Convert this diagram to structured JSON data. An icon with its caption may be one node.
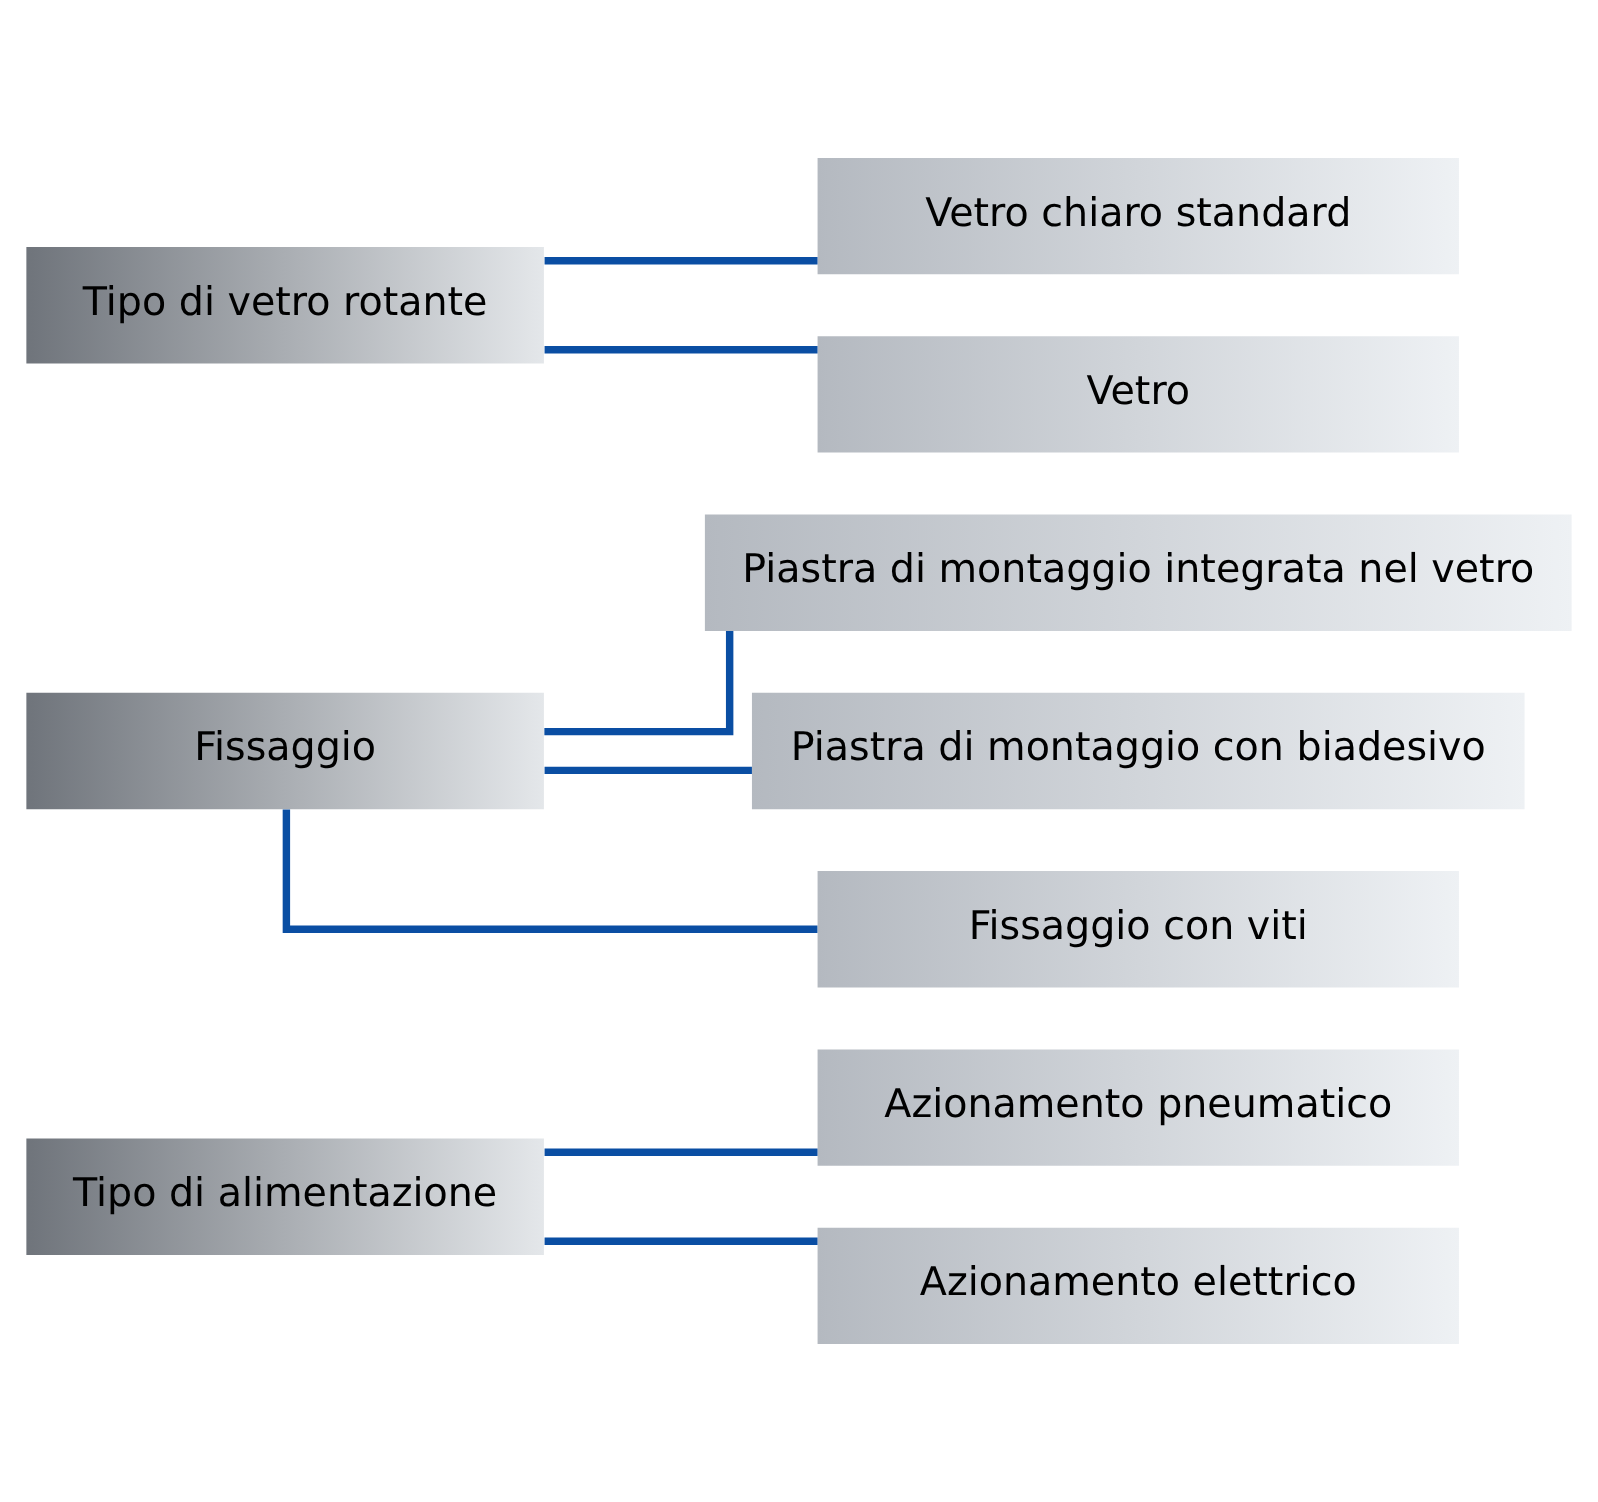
{
  "diagram": {
    "nodes": [
      {
        "text": [
          "Tipo di alimentazione"
        ]
      },
      {
        "text": [
          "Azionamento pneumatico"
        ]
      },
      {
        "text": [
          "Azionamento elettrico"
        ]
      },
      {
        "text": [
          "Fissaggio"
        ]
      },
      {
        "text": [
          "Piastra di montaggio integrata nel vetro"
        ]
      },
      {
        "text": [
          "Piastra di montaggio con biadesivo"
        ]
      },
      {
        "text": [
          "Fissaggio con viti"
        ]
      },
      {
        "text": [
          "Tipo di vetro rotante"
        ]
      },
      {
        "text": [
          "Vetro chiaro standard"
        ]
      },
      {
        "text": [
          "Vetro"
        ]
      }
    ],
    "edges": [
      {
        "from": 0,
        "to": 1,
        "arrow": "none"
      },
      {
        "from": 0,
        "to": 2,
        "arrow": "none"
      },
      {
        "from": 3,
        "to": 4,
        "arrow": "none"
      },
      {
        "from": 3,
        "to": 5,
        "arrow": "none"
      },
      {
        "from": 3,
        "to": 6,
        "arrow": "none"
      },
      {
        "from": 7,
        "to": 8,
        "arrow": "none"
      },
      {
        "from": 7,
        "to": 9,
        "arrow": "none"
      }
    ]
  }
}
